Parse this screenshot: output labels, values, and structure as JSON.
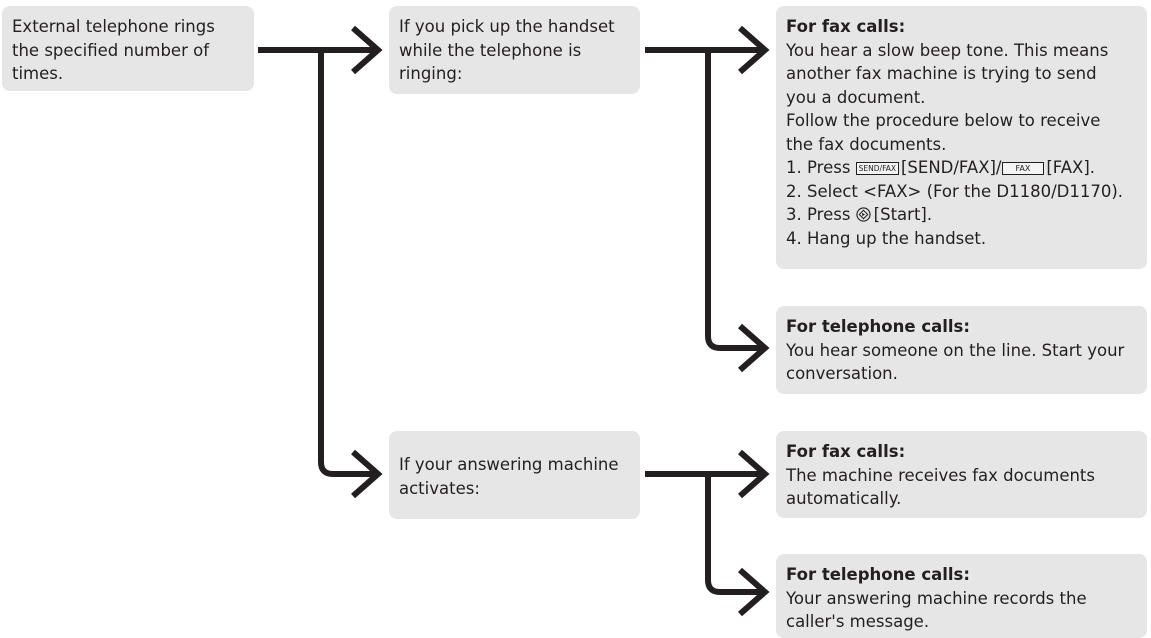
{
  "start": {
    "lines": [
      "External telephone rings",
      "the specified number of",
      "times."
    ]
  },
  "pickup": {
    "lines": [
      "If you pick up the handset",
      "while the telephone is",
      "ringing:"
    ],
    "fax": {
      "heading": "For fax calls:",
      "lines": [
        "You hear a slow beep tone. This means",
        "another fax machine is trying to send",
        "you a document.",
        "Follow the procedure below to receive",
        "the fax documents."
      ],
      "step1": {
        "prefix": "1. Press",
        "key1": "SEND/FAX",
        "text1": "[SEND/FAX]/",
        "key2": "FAX",
        "text2": "[FAX]."
      },
      "step2": "2. Select <FAX> (For the D1180/D1170).",
      "step3": {
        "prefix": "3. Press",
        "text": "[Start]."
      },
      "step4": "4. Hang up the handset."
    },
    "tel": {
      "heading": "For telephone calls:",
      "lines": [
        "You hear someone on the line. Start your",
        "conversation."
      ]
    }
  },
  "answering": {
    "lines": [
      "If your answering machine",
      "activates:"
    ],
    "fax": {
      "heading": "For fax calls:",
      "lines": [
        "The machine receives fax documents",
        "automatically."
      ]
    },
    "tel": {
      "heading": "For telephone calls:",
      "lines": [
        "Your answering machine records the",
        "caller's message."
      ]
    }
  },
  "colors": {
    "box_bg": "#e6e6e6",
    "arrow": "#231f20",
    "text": "#231f20"
  }
}
